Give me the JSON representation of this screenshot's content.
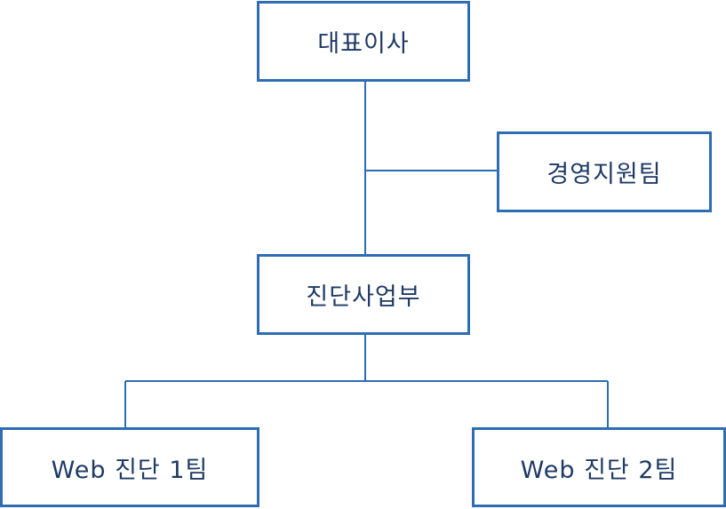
{
  "diagram": {
    "colors": {
      "border": "#2e6db4",
      "line": "#2e6db4",
      "text": "#1f3a64"
    },
    "nodes": {
      "ceo": "대표이사",
      "management_support": "경영지원팀",
      "diagnosis_division": "진단사업부",
      "web_team_1": "Web 진단 1팀",
      "web_team_2": "Web 진단 2팀"
    }
  }
}
